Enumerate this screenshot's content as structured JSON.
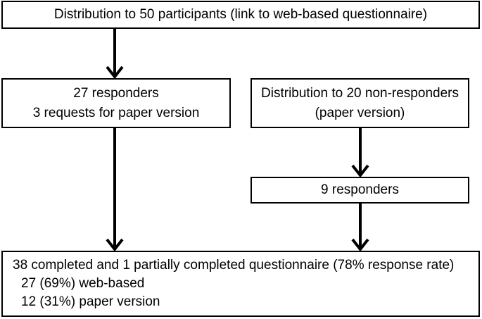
{
  "flowchart": {
    "top": {
      "text": "Distribution to 50 participants (link to web-based questionnaire)"
    },
    "left": {
      "line1": "27 responders",
      "line2": "3 requests for paper version"
    },
    "right": {
      "line1": "Distribution to 20 non-responders",
      "line2": "(paper version)"
    },
    "middle": {
      "text": "9 responders"
    },
    "bottom": {
      "line1": "38 completed and 1 partially completed questionnaire (78% response rate)",
      "line2": "27 (69%) web-based",
      "line3": "12 (31%) paper version"
    }
  },
  "colors": {
    "border": "#000000",
    "arrow": "#000000",
    "background": "#ffffff"
  }
}
